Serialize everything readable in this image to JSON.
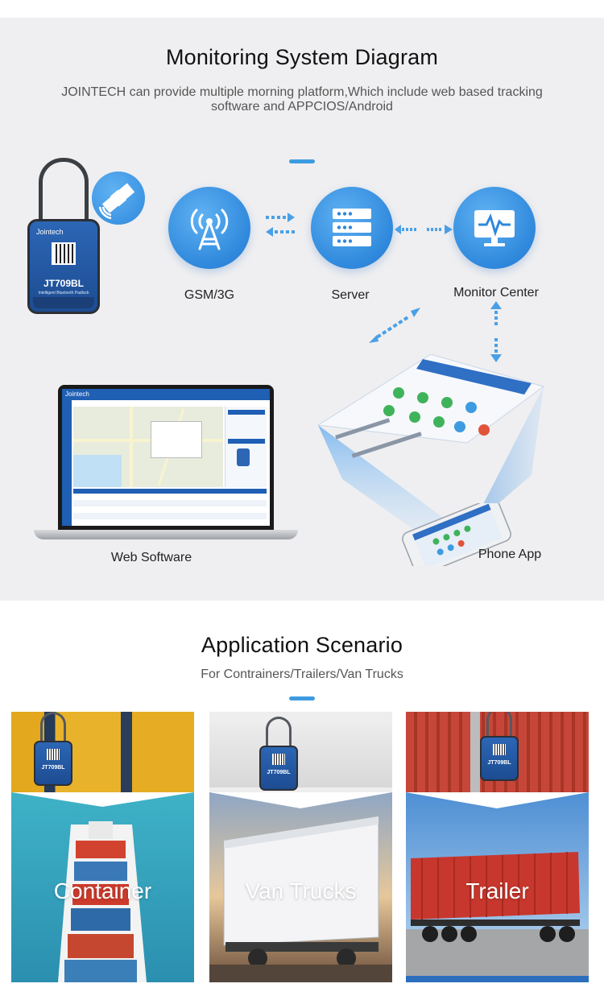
{
  "monitoring": {
    "title": "Monitoring System Diagram",
    "subtitle": "JOINTECH can provide multiple morning platform,Which include web based tracking software and APPCIOS/Android",
    "nodes": {
      "gsm": {
        "label": "GSM/3G",
        "icon": "cell-tower-icon"
      },
      "server": {
        "label": "Server",
        "icon": "server-icon"
      },
      "monitor": {
        "label": "Monitor Center",
        "icon": "monitor-pulse-icon"
      }
    },
    "device": {
      "brand": "Jointech",
      "model": "JT709BL",
      "sub": "Intelligent Bluetooth Padlock"
    },
    "web_software": {
      "label": "Web Software",
      "brand": "Jointech"
    },
    "phone_app": {
      "label": "Phone App"
    },
    "accent_color": "#3d9be0"
  },
  "scenarios": {
    "title": "Application Scenario",
    "subtitle": "For Contrainers/Trailers/Van Trucks",
    "cards": [
      {
        "label": "Container",
        "lock_model": "JT709BL"
      },
      {
        "label": "Van Trucks",
        "lock_model": "JT709BL"
      },
      {
        "label": "Trailer",
        "lock_model": "JT709BL"
      }
    ]
  }
}
